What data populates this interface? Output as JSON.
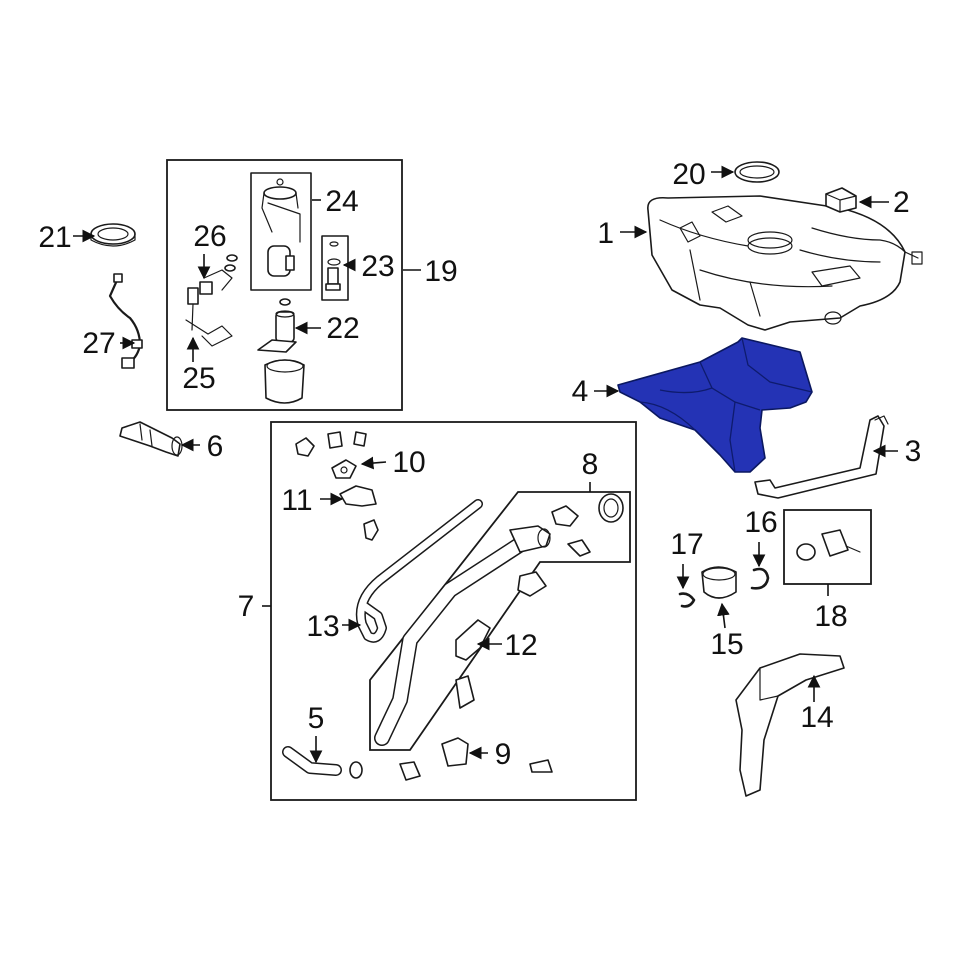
{
  "colors": {
    "highlight": "#2433b5",
    "line": "#1a1a1a",
    "background": "#ffffff"
  },
  "highlighted_part": "4",
  "callouts": [
    {
      "id": "c1",
      "label": "1"
    },
    {
      "id": "c2",
      "label": "2"
    },
    {
      "id": "c3",
      "label": "3"
    },
    {
      "id": "c4",
      "label": "4"
    },
    {
      "id": "c5",
      "label": "5"
    },
    {
      "id": "c6",
      "label": "6"
    },
    {
      "id": "c7",
      "label": "7"
    },
    {
      "id": "c8",
      "label": "8"
    },
    {
      "id": "c9",
      "label": "9"
    },
    {
      "id": "c10",
      "label": "10"
    },
    {
      "id": "c11",
      "label": "11"
    },
    {
      "id": "c12",
      "label": "12"
    },
    {
      "id": "c13",
      "label": "13"
    },
    {
      "id": "c14",
      "label": "14"
    },
    {
      "id": "c15",
      "label": "15"
    },
    {
      "id": "c16",
      "label": "16"
    },
    {
      "id": "c17",
      "label": "17"
    },
    {
      "id": "c18",
      "label": "18"
    },
    {
      "id": "c19",
      "label": "19"
    },
    {
      "id": "c20",
      "label": "20"
    },
    {
      "id": "c21",
      "label": "21"
    },
    {
      "id": "c22",
      "label": "22"
    },
    {
      "id": "c23",
      "label": "23"
    },
    {
      "id": "c24",
      "label": "24"
    },
    {
      "id": "c25",
      "label": "25"
    },
    {
      "id": "c26",
      "label": "26"
    },
    {
      "id": "c27",
      "label": "27"
    }
  ]
}
